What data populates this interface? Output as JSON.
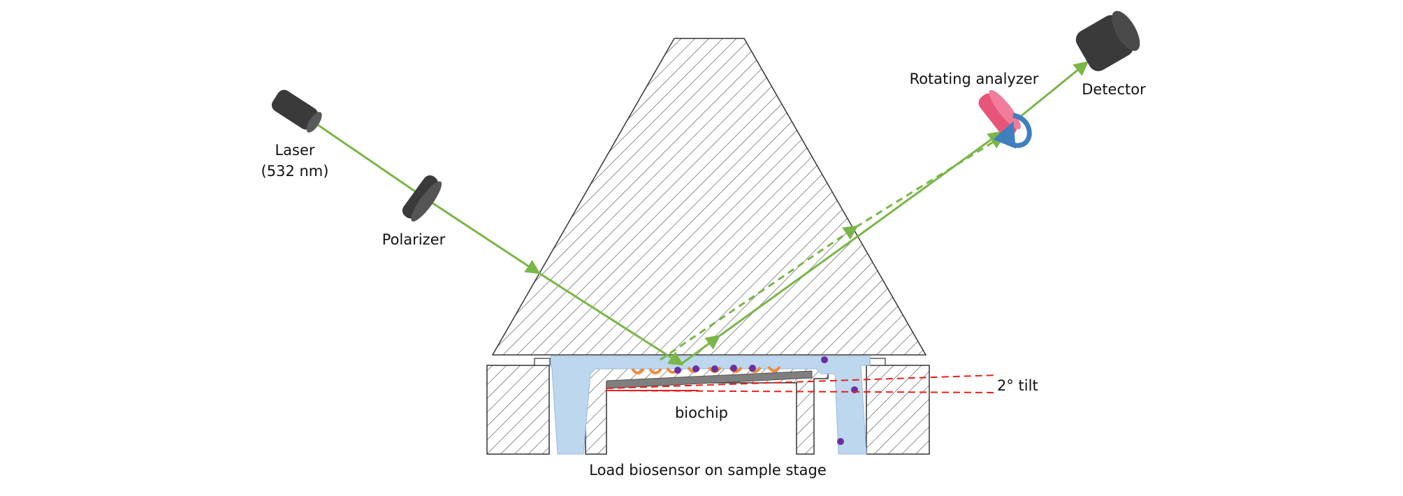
{
  "labels": {
    "laser": "Laser",
    "laser_wavelength": "(532 nm)",
    "polarizer": "Polarizer",
    "rotating_analyzer": "Rotating analyzer",
    "detector": "Detector",
    "tilt": "2° tilt",
    "biochip": "biochip",
    "caption": "Load biosensor on sample stage"
  },
  "colors": {
    "beam": "#7ab648",
    "tilt_line": "#e8201e",
    "fluid": "#bdd7ee",
    "device": "#3a3a3a",
    "analyzer": "#e8557a",
    "rotation_arrow": "#3f7fc0",
    "chip": "#7f7f7f",
    "receptor": "#ed8b3b",
    "analyte": "#6a2fa0"
  }
}
